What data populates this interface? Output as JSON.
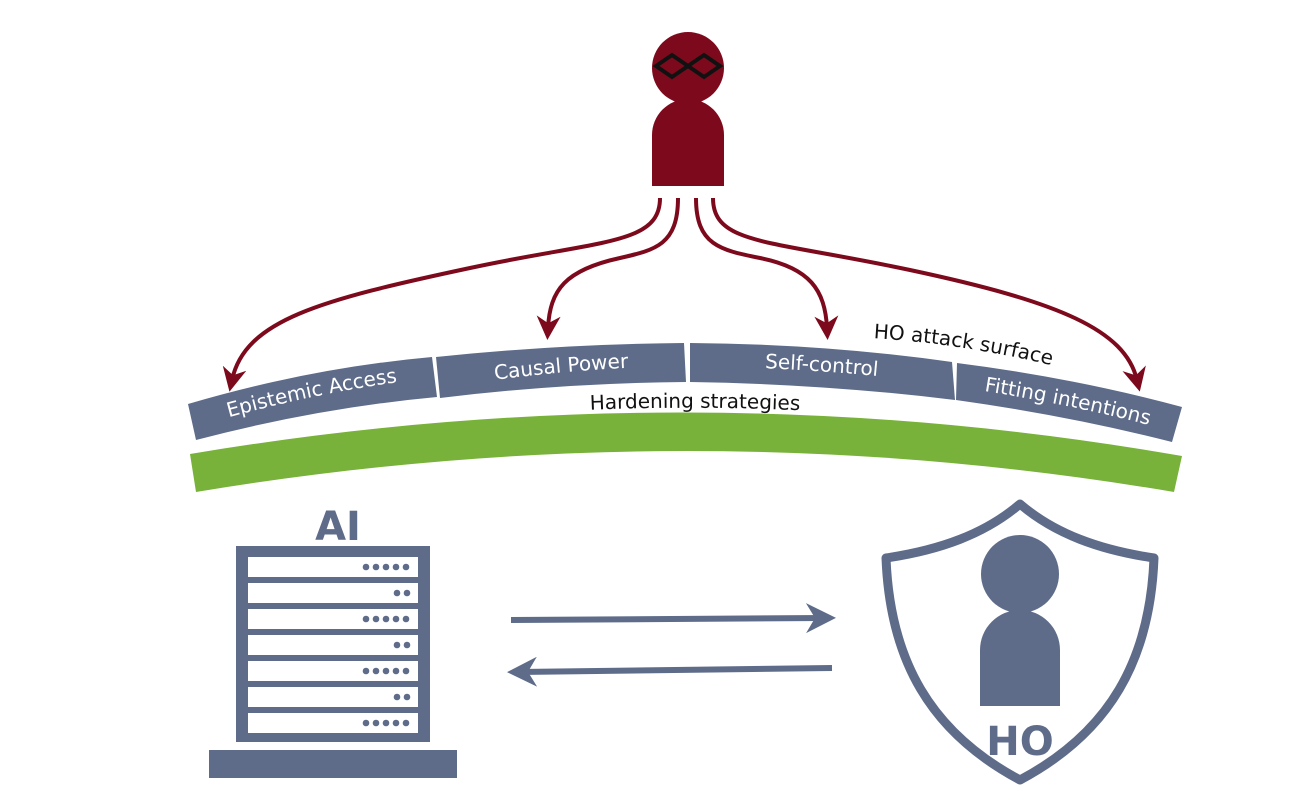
{
  "diagram": {
    "attack_surface_label": "HO attack surface",
    "hardening_label": "Hardening strategies",
    "segments": [
      {
        "label": "Epistemic Access"
      },
      {
        "label": "Causal Power"
      },
      {
        "label": "Self-control"
      },
      {
        "label": "Fitting intentions"
      }
    ],
    "ai_label": "AI",
    "ho_label": "HO",
    "colors": {
      "attacker": "#7d0a1c",
      "slate": "#5e6c8a",
      "green": "#78b23a"
    }
  }
}
